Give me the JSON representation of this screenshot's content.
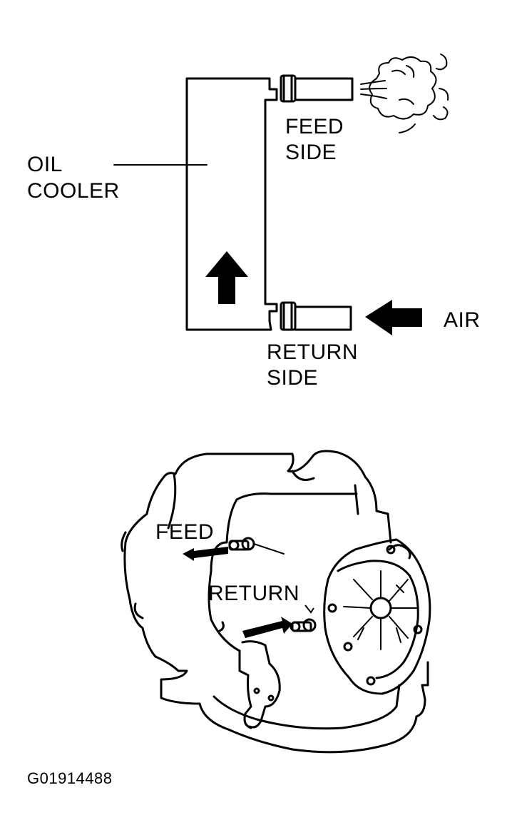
{
  "top_diagram": {
    "oil_cooler_line1": "OIL",
    "oil_cooler_line2": "COOLER",
    "feed_line1": "FEED",
    "feed_line2": "SIDE",
    "return_line1": "RETURN",
    "return_line2": "SIDE",
    "air": "AIR"
  },
  "bottom_diagram": {
    "feed": "FEED",
    "return": "RETURN"
  },
  "figure_id": "G01914488",
  "colors": {
    "ink": "#000000",
    "paper": "#ffffff"
  }
}
